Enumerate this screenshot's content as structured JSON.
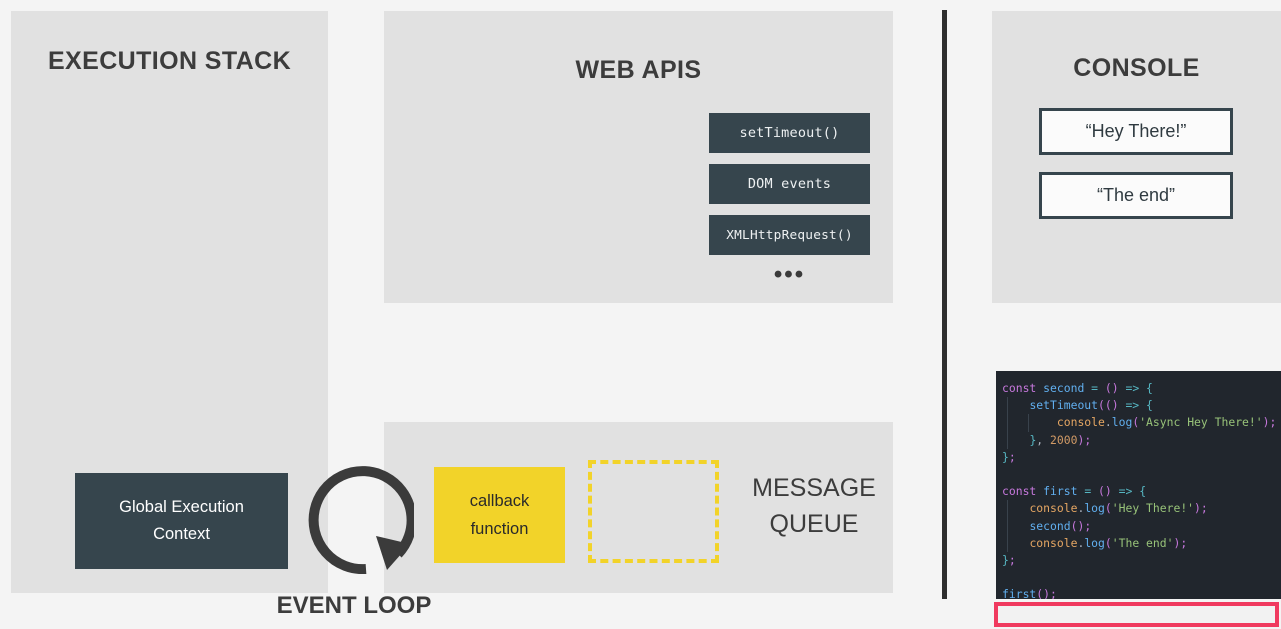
{
  "panels": {
    "execution_stack": {
      "title": "EXECUTION STACK",
      "global_context": {
        "line1": "Global Execution",
        "line2": "Context"
      }
    },
    "web_apis": {
      "title": "WEB APIS",
      "items": [
        {
          "label": "setTimeout()"
        },
        {
          "label": "DOM events"
        },
        {
          "label": "XMLHttpRequest()"
        }
      ],
      "ellipsis": "•••"
    },
    "message_queue": {
      "title_line1": "MESSAGE",
      "title_line2": "QUEUE",
      "callback": {
        "line1": "callback",
        "line2": "function"
      },
      "empty_slot_label": ""
    },
    "event_loop": {
      "label": "EVENT LOOP"
    },
    "console": {
      "title": "CONSOLE",
      "entries": [
        {
          "text": "“Hey There!”"
        },
        {
          "text": "“The end”"
        }
      ]
    }
  },
  "code_editor": {
    "language": "javascript",
    "lines": [
      {
        "indent": 0,
        "guides": 0,
        "tokens": [
          {
            "t": "const ",
            "c": "k"
          },
          {
            "t": "second",
            "c": "fn"
          },
          {
            "t": " ",
            "c": "pl"
          },
          {
            "t": "=",
            "c": "op"
          },
          {
            "t": " ",
            "c": "pl"
          },
          {
            "t": "()",
            "c": "pn"
          },
          {
            "t": " ",
            "c": "pl"
          },
          {
            "t": "=>",
            "c": "op"
          },
          {
            "t": " ",
            "c": "pl"
          },
          {
            "t": "{",
            "c": "op"
          }
        ]
      },
      {
        "indent": 1,
        "guides": 1,
        "tokens": [
          {
            "t": "    ",
            "c": "pl"
          },
          {
            "t": "setTimeout",
            "c": "fn"
          },
          {
            "t": "((",
            "c": "pn"
          },
          {
            "t": ")",
            "c": "pn"
          },
          {
            "t": " ",
            "c": "pl"
          },
          {
            "t": "=>",
            "c": "op"
          },
          {
            "t": " ",
            "c": "pl"
          },
          {
            "t": "{",
            "c": "op"
          }
        ]
      },
      {
        "indent": 2,
        "guides": 2,
        "tokens": [
          {
            "t": "        ",
            "c": "pl"
          },
          {
            "t": "console",
            "c": "ob"
          },
          {
            "t": ".",
            "c": "pl"
          },
          {
            "t": "log",
            "c": "me"
          },
          {
            "t": "(",
            "c": "pn"
          },
          {
            "t": "'Async Hey There!'",
            "c": "st"
          },
          {
            "t": ")",
            "c": "pn"
          },
          {
            "t": ";",
            "c": "pn"
          }
        ]
      },
      {
        "indent": 1,
        "guides": 1,
        "tokens": [
          {
            "t": "    ",
            "c": "pl"
          },
          {
            "t": "}",
            "c": "op"
          },
          {
            "t": ", ",
            "c": "pl"
          },
          {
            "t": "2000",
            "c": "nu"
          },
          {
            "t": ")",
            "c": "pn"
          },
          {
            "t": ";",
            "c": "pn"
          }
        ]
      },
      {
        "indent": 0,
        "guides": 0,
        "tokens": [
          {
            "t": "}",
            "c": "op"
          },
          {
            "t": ";",
            "c": "pn"
          }
        ]
      },
      {
        "indent": 0,
        "guides": 0,
        "tokens": []
      },
      {
        "indent": 0,
        "guides": 0,
        "tokens": [
          {
            "t": "const ",
            "c": "k"
          },
          {
            "t": "first",
            "c": "fn"
          },
          {
            "t": " ",
            "c": "pl"
          },
          {
            "t": "=",
            "c": "op"
          },
          {
            "t": " ",
            "c": "pl"
          },
          {
            "t": "()",
            "c": "pn"
          },
          {
            "t": " ",
            "c": "pl"
          },
          {
            "t": "=>",
            "c": "op"
          },
          {
            "t": " ",
            "c": "pl"
          },
          {
            "t": "{",
            "c": "op"
          }
        ]
      },
      {
        "indent": 1,
        "guides": 1,
        "tokens": [
          {
            "t": "    ",
            "c": "pl"
          },
          {
            "t": "console",
            "c": "ob"
          },
          {
            "t": ".",
            "c": "pl"
          },
          {
            "t": "log",
            "c": "me"
          },
          {
            "t": "(",
            "c": "pn"
          },
          {
            "t": "'Hey There!'",
            "c": "st"
          },
          {
            "t": ")",
            "c": "pn"
          },
          {
            "t": ";",
            "c": "pn"
          }
        ]
      },
      {
        "indent": 1,
        "guides": 1,
        "tokens": [
          {
            "t": "    ",
            "c": "pl"
          },
          {
            "t": "second",
            "c": "fn"
          },
          {
            "t": "()",
            "c": "pn"
          },
          {
            "t": ";",
            "c": "pn"
          }
        ]
      },
      {
        "indent": 1,
        "guides": 1,
        "tokens": [
          {
            "t": "    ",
            "c": "pl"
          },
          {
            "t": "console",
            "c": "ob"
          },
          {
            "t": ".",
            "c": "pl"
          },
          {
            "t": "log",
            "c": "me"
          },
          {
            "t": "(",
            "c": "pn"
          },
          {
            "t": "'The end'",
            "c": "st"
          },
          {
            "t": ")",
            "c": "pn"
          },
          {
            "t": ";",
            "c": "pn"
          }
        ]
      },
      {
        "indent": 0,
        "guides": 0,
        "tokens": [
          {
            "t": "}",
            "c": "op"
          },
          {
            "t": ";",
            "c": "pn"
          }
        ]
      },
      {
        "indent": 0,
        "guides": 0,
        "tokens": []
      },
      {
        "indent": 0,
        "guides": 0,
        "tokens": [
          {
            "t": "first",
            "c": "fn"
          },
          {
            "t": "()",
            "c": "pn"
          },
          {
            "t": ";",
            "c": "pn"
          }
        ]
      }
    ]
  },
  "console_input": {
    "value": "",
    "placeholder": ""
  },
  "watermark": {
    "text": ""
  },
  "colors": {
    "page_background": "#f4f4f4",
    "panel_background": "#e1e1e1",
    "dark_box": "#36454d",
    "accent_yellow": "#f2d329",
    "heading_text": "#3c3c3c",
    "divider": "#2e2e2e",
    "code_background": "#21262d",
    "input_border_red": "#f03a5f"
  }
}
